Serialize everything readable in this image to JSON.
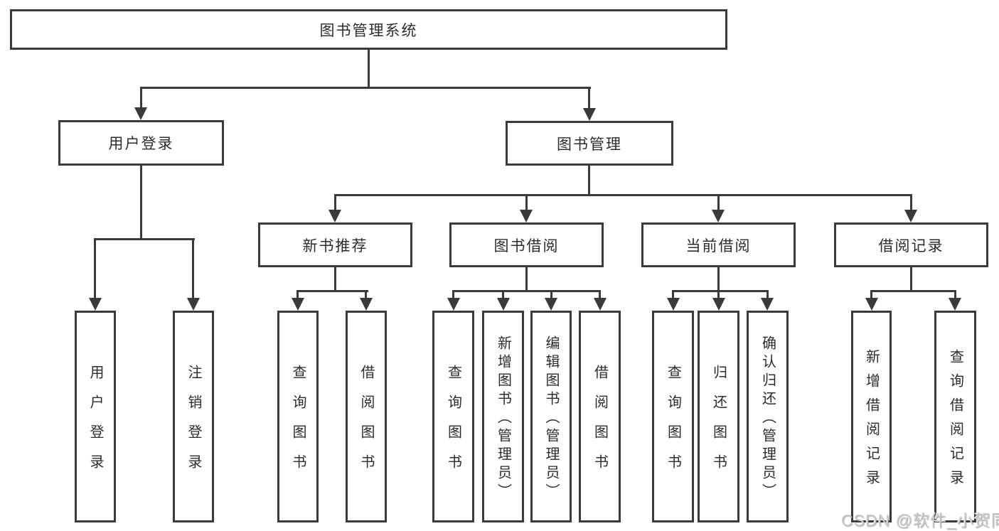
{
  "colors": {
    "background": "#ffffff",
    "line": "#3a3a3a",
    "text": "#2c2c2c",
    "watermark": "#c8c8c8"
  },
  "diagram": {
    "root": {
      "label": "图书管理系统"
    },
    "branches": [
      {
        "label": "用户登录",
        "children": [
          {
            "label": "用户登录"
          },
          {
            "label": "注销登录"
          }
        ]
      },
      {
        "label": "图书管理",
        "children": [
          {
            "label": "新书推荐",
            "children": [
              {
                "label": "查询图书"
              },
              {
                "label": "借阅图书"
              }
            ]
          },
          {
            "label": "图书借阅",
            "children": [
              {
                "label": "查询图书"
              },
              {
                "label": "新增图书（管理员）"
              },
              {
                "label": "编辑图书（管理员）"
              },
              {
                "label": "借阅图书"
              }
            ]
          },
          {
            "label": "当前借阅",
            "children": [
              {
                "label": "查询图书"
              },
              {
                "label": "归还图书"
              },
              {
                "label": "确认归还（管理员）"
              }
            ]
          },
          {
            "label": "借阅记录",
            "children": [
              {
                "label": "新增借阅记录"
              },
              {
                "label": "查询借阅记录"
              }
            ]
          }
        ]
      }
    ]
  },
  "watermark": {
    "text": "CSDN @软件_小贺同学"
  }
}
